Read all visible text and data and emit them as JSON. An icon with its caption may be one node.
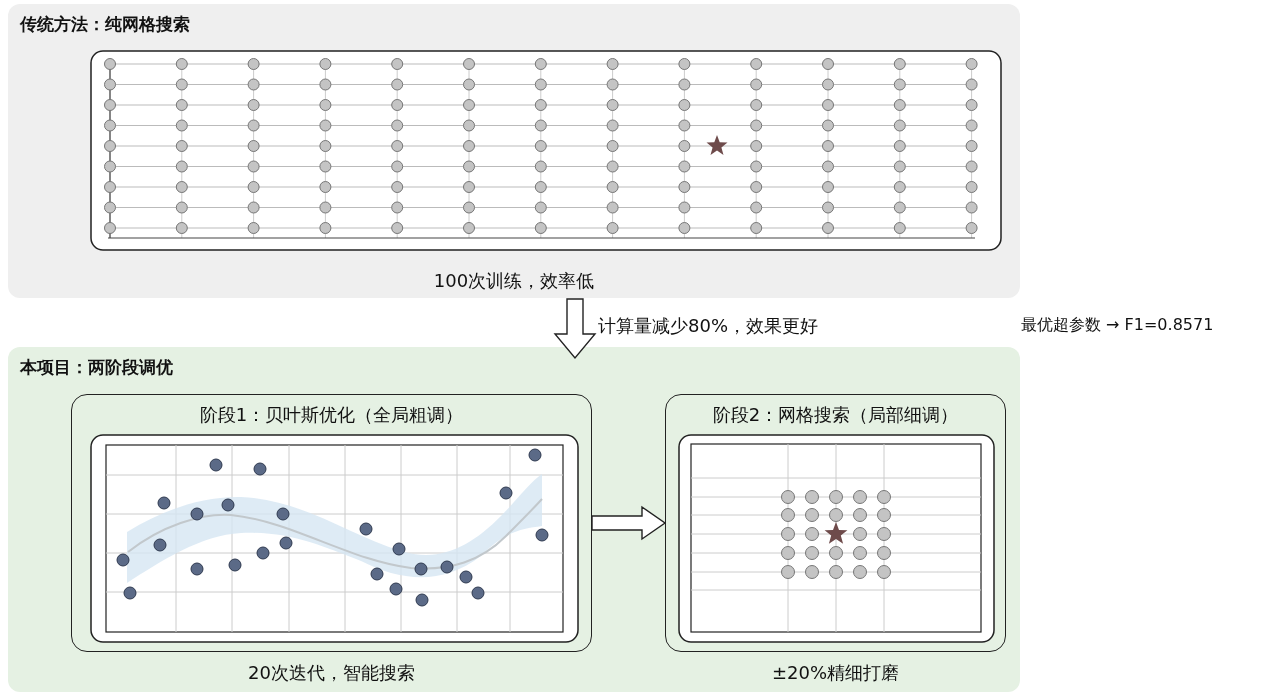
{
  "diagram": {
    "nodes": [
      {
        "text": [
          "传统方法：纯网格搜索",
          "100次训练，效率低"
        ]
      },
      {
        "text": [
          "本项目：两阶段调优"
        ]
      },
      {
        "text": [
          "阶段1：贝叶斯优化（全局粗调）"
        ],
        "in": 1,
        "beside": [
          "20次迭代，智能搜索"
        ]
      },
      {
        "text": [
          "阶段2：网格搜索（局部细调）"
        ],
        "in": 1,
        "beside": [
          "±20%精细打磨"
        ]
      }
    ],
    "edges": [
      {
        "from": 0,
        "to": 1,
        "arrow": "to",
        "label": "计算量减少80%，效果更好"
      },
      {
        "from": 2,
        "to": 3,
        "arrow": "to"
      }
    ],
    "labels": [
      "最优超参数 → F1=0.8571"
    ]
  }
}
